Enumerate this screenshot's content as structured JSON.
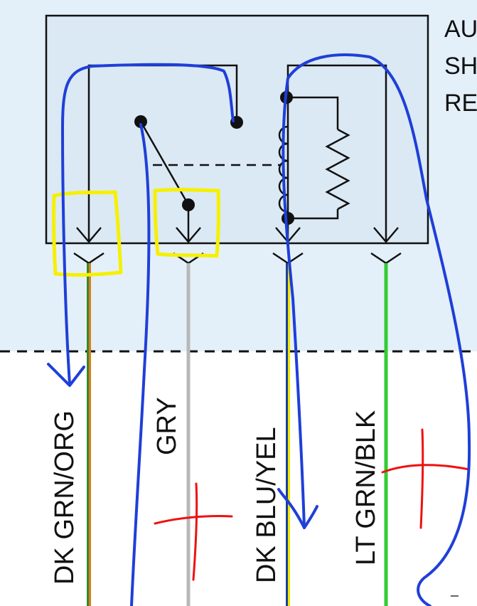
{
  "relay": {
    "title_lines": [
      "AU",
      "SH",
      "RE"
    ]
  },
  "wires": [
    {
      "label": "DK GRN/ORG",
      "colors": [
        "#2e8b2e",
        "#e07b1a"
      ]
    },
    {
      "label": "GRY",
      "colors": [
        "#b8b8b8"
      ]
    },
    {
      "label": "DK BLU/YEL",
      "colors": [
        "#1a3f99",
        "#f2e600"
      ]
    },
    {
      "label": "LT GRN/BLK",
      "colors": [
        "#33cc33"
      ]
    }
  ],
  "colors": {
    "region_fill": "#e4f0f9",
    "ink": "#111111",
    "annotation_blue": "#1f3fd8",
    "highlight_yellow": "#f6f000",
    "mark_red": "#ee1111"
  }
}
